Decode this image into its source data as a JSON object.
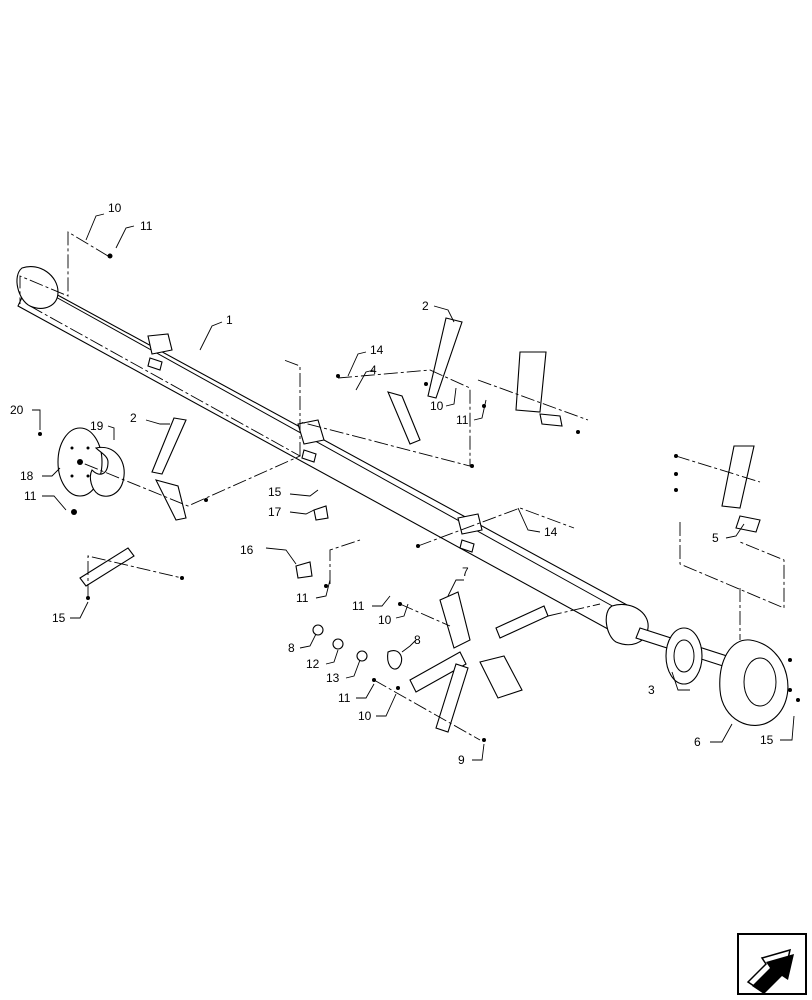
{
  "callouts": [
    {
      "id": "c10a",
      "text": "10"
    },
    {
      "id": "c11a",
      "text": "11"
    },
    {
      "id": "c1",
      "text": "1"
    },
    {
      "id": "c2a",
      "text": "2"
    },
    {
      "id": "c14a",
      "text": "14"
    },
    {
      "id": "c4",
      "text": "4"
    },
    {
      "id": "c10b",
      "text": "10"
    },
    {
      "id": "c11b",
      "text": "11"
    },
    {
      "id": "c20",
      "text": "20"
    },
    {
      "id": "c19",
      "text": "19"
    },
    {
      "id": "c2b",
      "text": "2"
    },
    {
      "id": "c18",
      "text": "18"
    },
    {
      "id": "c11c",
      "text": "11"
    },
    {
      "id": "c15a",
      "text": "15"
    },
    {
      "id": "c17",
      "text": "17"
    },
    {
      "id": "c16",
      "text": "16"
    },
    {
      "id": "c15b",
      "text": "15"
    },
    {
      "id": "c11d",
      "text": "11"
    },
    {
      "id": "c14b",
      "text": "14"
    },
    {
      "id": "c5",
      "text": "5"
    },
    {
      "id": "c7",
      "text": "7"
    },
    {
      "id": "c11e",
      "text": "11"
    },
    {
      "id": "c10c",
      "text": "10"
    },
    {
      "id": "c8a",
      "text": "8"
    },
    {
      "id": "c8b",
      "text": "8"
    },
    {
      "id": "c12",
      "text": "12"
    },
    {
      "id": "c13",
      "text": "13"
    },
    {
      "id": "c11f",
      "text": "11"
    },
    {
      "id": "c10d",
      "text": "10"
    },
    {
      "id": "c9",
      "text": "9"
    },
    {
      "id": "c3",
      "text": "3"
    },
    {
      "id": "c6",
      "text": "6"
    },
    {
      "id": "c15c",
      "text": "15"
    }
  ],
  "nav_icon": "previous-page-arrow-icon"
}
